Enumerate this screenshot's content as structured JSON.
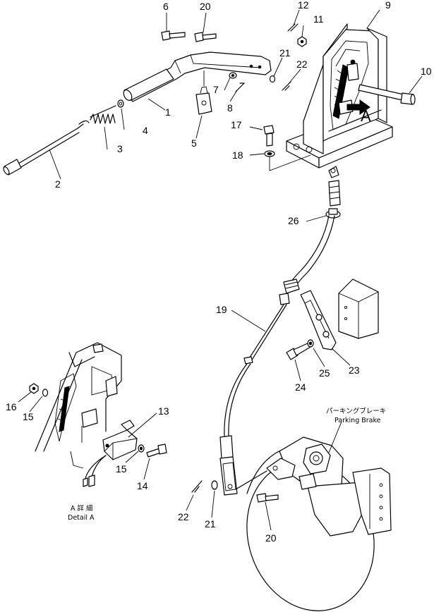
{
  "callouts": {
    "c1": "1",
    "c2": "2",
    "c3": "3",
    "c4": "4",
    "c5": "5",
    "c6": "6",
    "c7": "7",
    "c8": "8",
    "c9": "9",
    "c10": "10",
    "c11": "11",
    "c12": "12",
    "c13": "13",
    "c14": "14",
    "c15a": "15",
    "c15b": "15",
    "c16": "16",
    "c17": "17",
    "c18": "18",
    "c19": "19",
    "c20a": "20",
    "c20b": "20",
    "c21a": "21",
    "c21b": "21",
    "c22a": "22",
    "c22b": "22",
    "c23": "23",
    "c24": "24",
    "c25": "25",
    "c26": "26"
  },
  "view_marker": "A",
  "detail_caption": {
    "jp": "A 詳 細",
    "en": "Detail A"
  },
  "parking_brake_caption": {
    "jp": "パーキングブレーキ",
    "en": "Parking Brake"
  }
}
